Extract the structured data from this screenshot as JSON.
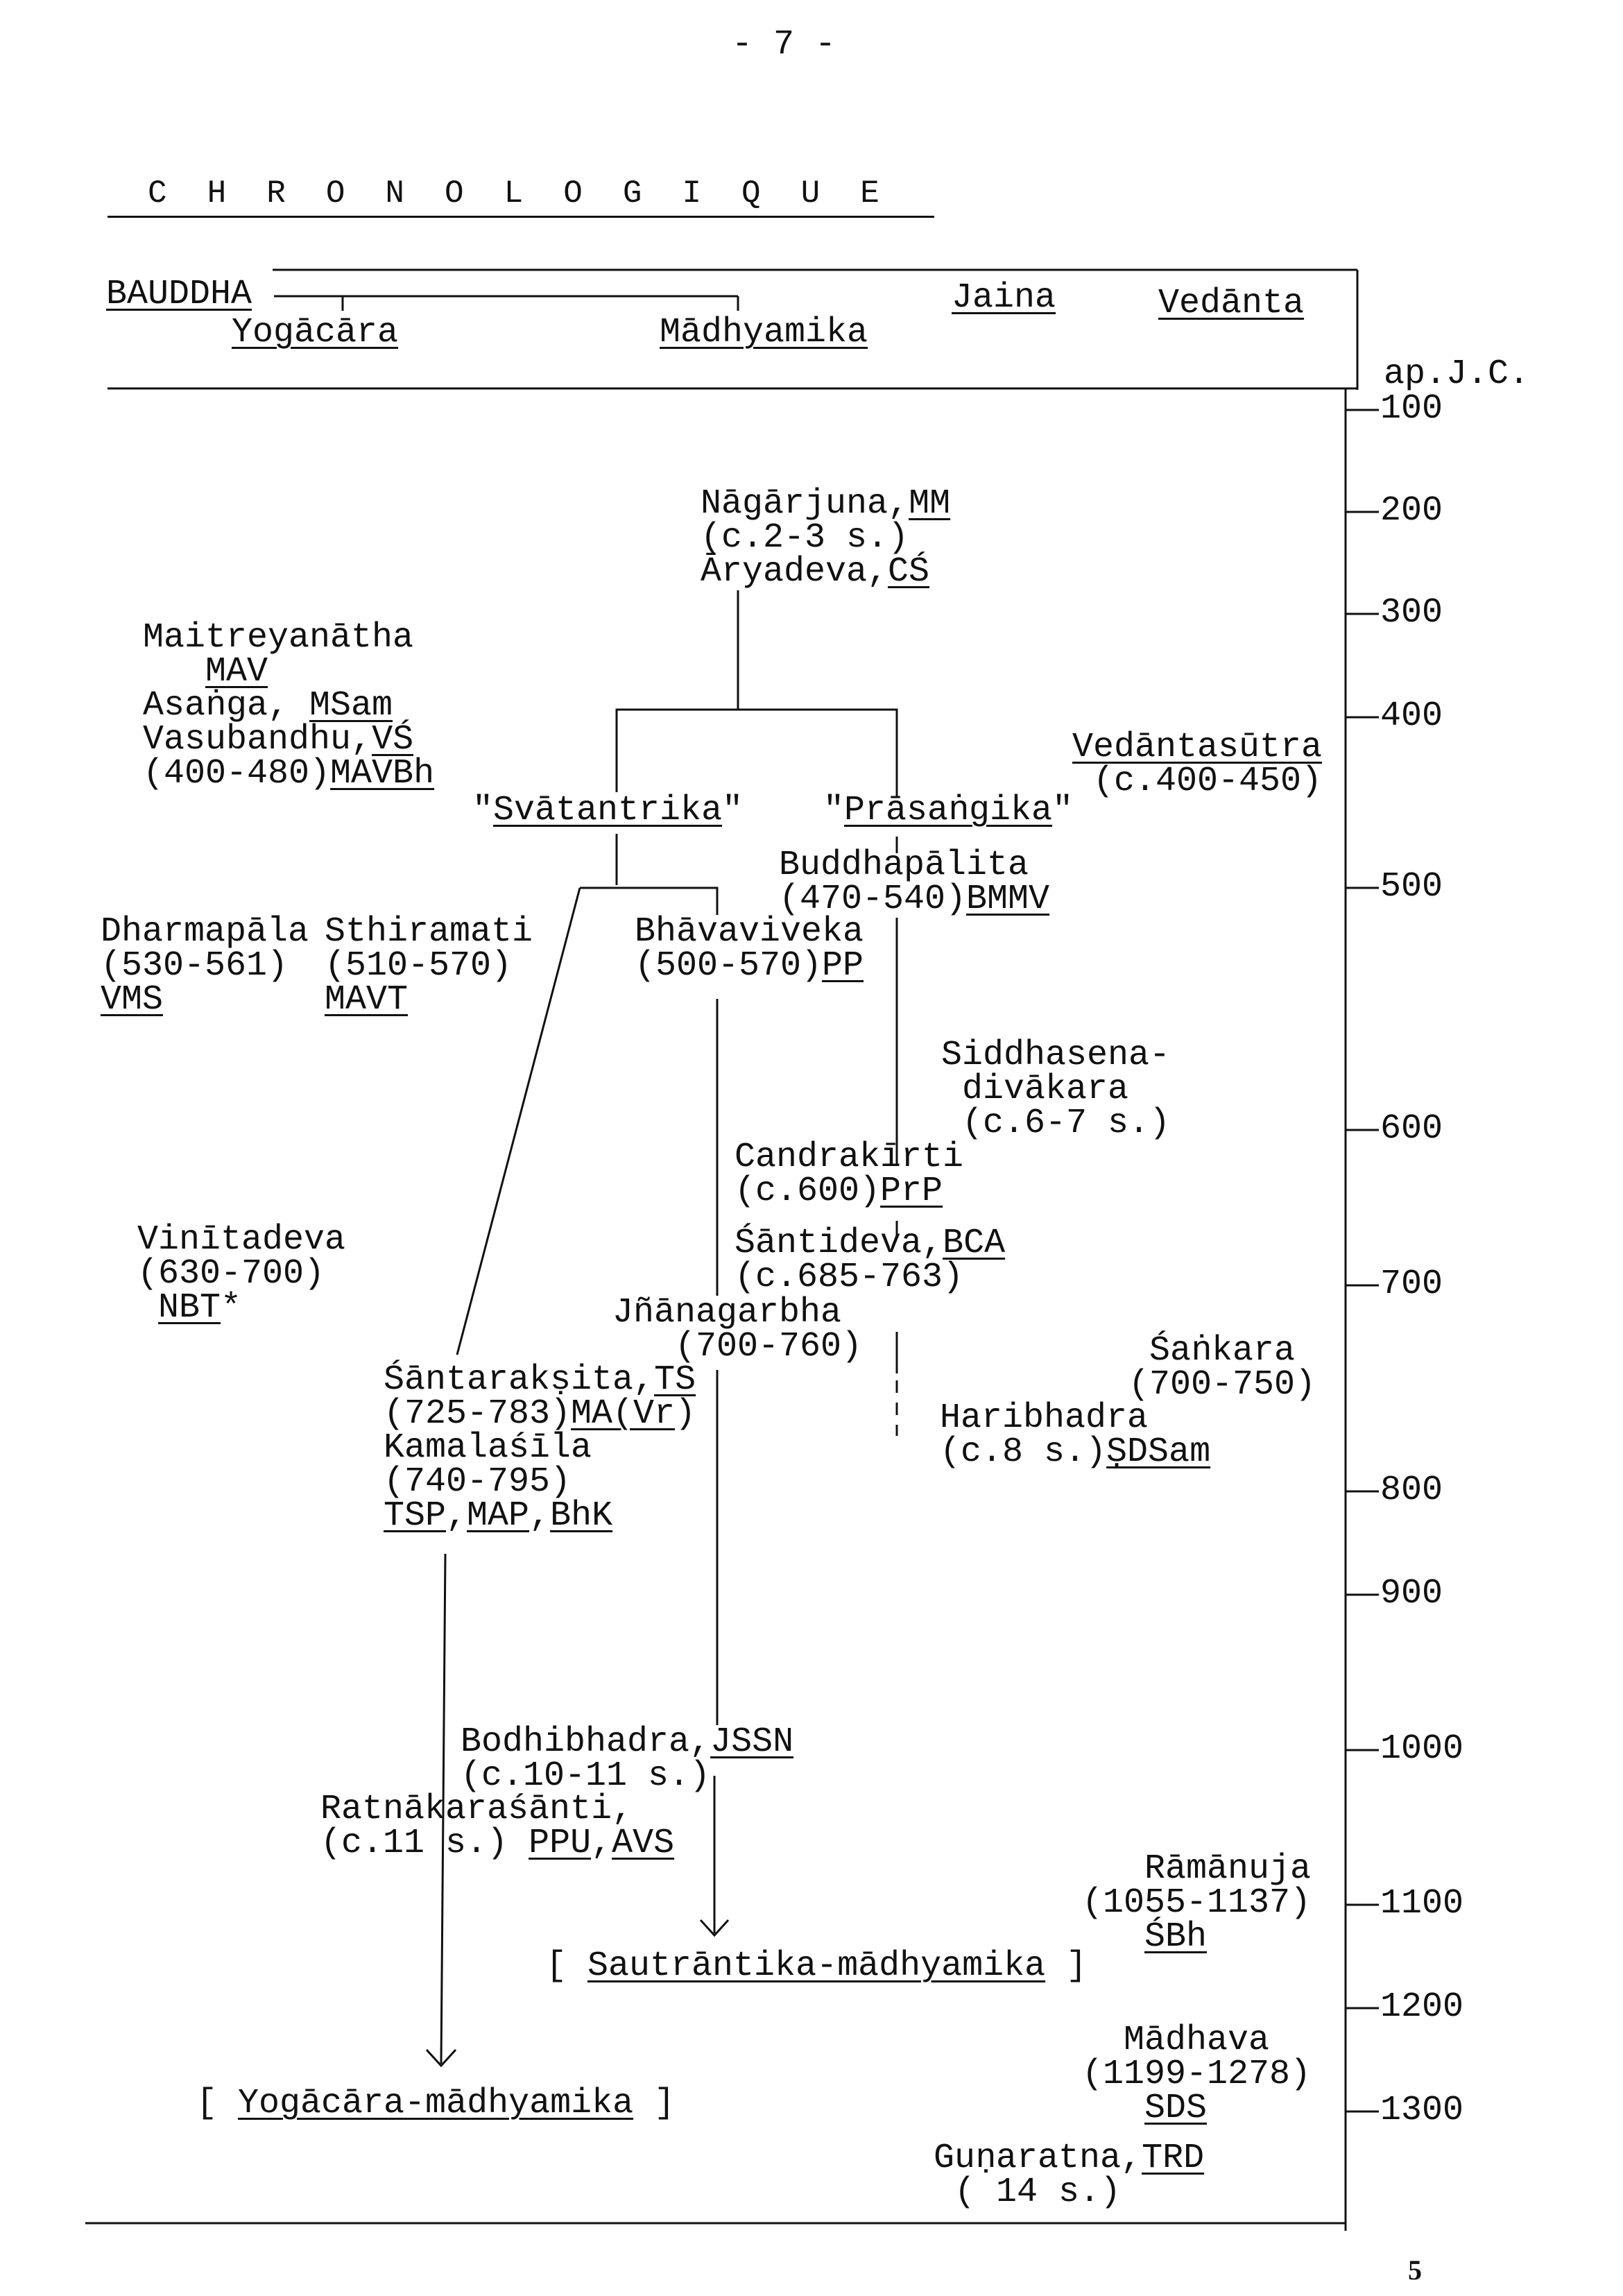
{
  "page_number": "- 7 -",
  "title": "CHRONOLOGIQUE",
  "footer_number": "5",
  "headers": {
    "bauddha": "BAUDDHA",
    "yogacara": "Yogācāra",
    "madhyamika": "Mādhyamika",
    "jaina": "Jaina",
    "vedanta": "Vedānta",
    "era": "ap.J.C."
  },
  "axis_ticks": [
    "100",
    "200",
    "300",
    "400",
    "500",
    "600",
    "700",
    "800",
    "900",
    "1000",
    "1100",
    "1200",
    "1300"
  ],
  "blocks": {
    "nagarjuna": [
      [
        [
          "Nāgārjuna,",
          0
        ],
        [
          "MM",
          1
        ]
      ],
      [
        [
          "(c.2-3 s.)",
          0
        ]
      ],
      [
        [
          "Āryadeva,",
          0
        ],
        [
          "CŚ",
          1
        ]
      ]
    ],
    "maitreya": [
      [
        [
          "Maitreyanātha",
          0
        ]
      ],
      [
        [
          "   ",
          0
        ],
        [
          "MAV",
          1
        ]
      ],
      [
        [
          "Asaṅga, ",
          0
        ],
        [
          "MSam",
          1
        ]
      ],
      [
        [
          "Vasubandhu,",
          0
        ],
        [
          "VŚ",
          1
        ]
      ],
      [
        [
          "(400-480)",
          0
        ],
        [
          "MAVBh",
          1
        ]
      ]
    ],
    "svatantrika": [
      [
        [
          "\"",
          0
        ],
        [
          "Svātantrika",
          1
        ],
        [
          "\"",
          0
        ]
      ]
    ],
    "prasangika": [
      [
        [
          "\"",
          0
        ],
        [
          "Prāsaṅgika",
          1
        ],
        [
          "\"",
          0
        ]
      ]
    ],
    "vedantasutra": [
      [
        [
          "Vedāntasūtra",
          1
        ]
      ],
      [
        [
          " (c.400-450)",
          0
        ]
      ]
    ],
    "buddhapalita": [
      [
        [
          "Buddhapālita",
          0
        ]
      ],
      [
        [
          "(470-540)",
          0
        ],
        [
          "BMMV",
          1
        ]
      ]
    ],
    "dharmapala": [
      [
        [
          "Dharmapāla",
          0
        ]
      ],
      [
        [
          "(530-561)",
          0
        ]
      ],
      [
        [
          "VMS",
          1
        ]
      ]
    ],
    "sthiramati": [
      [
        [
          "Sthiramati",
          0
        ]
      ],
      [
        [
          "(510-570)",
          0
        ]
      ],
      [
        [
          "MAVT",
          1
        ]
      ]
    ],
    "bhavaviveka": [
      [
        [
          "Bhāvaviveka",
          0
        ]
      ],
      [
        [
          "(500-570)",
          0
        ],
        [
          "PP",
          1
        ]
      ]
    ],
    "siddhasena": [
      [
        [
          "Siddhasena-",
          0
        ]
      ],
      [
        [
          " divākara",
          0
        ]
      ],
      [
        [
          " (c.6-7 s.)",
          0
        ]
      ]
    ],
    "candrakirti": [
      [
        [
          "Candrakīrti",
          0
        ]
      ],
      [
        [
          "(c.600)",
          0
        ],
        [
          "PrP",
          1
        ]
      ]
    ],
    "santideva": [
      [
        [
          "Śāntideva,",
          0
        ],
        [
          "BCA",
          1
        ]
      ],
      [
        [
          "(c.685-763)",
          0
        ]
      ]
    ],
    "vinitadeva": [
      [
        [
          "Vinītadeva",
          0
        ]
      ],
      [
        [
          "(630-700)",
          0
        ]
      ],
      [
        [
          " ",
          0
        ],
        [
          "NBT",
          1
        ],
        [
          "*",
          0
        ]
      ]
    ],
    "jnanagarbha": [
      [
        [
          "Jñānagarbha",
          0
        ]
      ],
      [
        [
          "   (700-760)",
          0
        ]
      ]
    ],
    "sankara": [
      [
        [
          " Śaṅkara",
          0
        ]
      ],
      [
        [
          "(700-750)",
          0
        ]
      ]
    ],
    "santaraksita": [
      [
        [
          "Śāntarakṣita,",
          0
        ],
        [
          "TS",
          1
        ]
      ],
      [
        [
          "(725-783)",
          0
        ],
        [
          "MA(Vr",
          1
        ],
        [
          ")",
          0
        ]
      ],
      [
        [
          "Kamalaśīla",
          0
        ]
      ],
      [
        [
          "(740-795)",
          0
        ]
      ],
      [
        [
          "TSP",
          1
        ],
        [
          ",",
          0
        ],
        [
          "MAP",
          1
        ],
        [
          ",",
          0
        ],
        [
          "BhK",
          1
        ]
      ]
    ],
    "haribhadra": [
      [
        [
          "Haribhadra",
          0
        ]
      ],
      [
        [
          "(c.8 s.)",
          0
        ],
        [
          "ṢDSam",
          1
        ]
      ]
    ],
    "bodhibhadra": [
      [
        [
          "Bodhibhadra,",
          0
        ],
        [
          "JSSN",
          1
        ]
      ],
      [
        [
          "(c.10-11 s.)",
          0
        ]
      ]
    ],
    "ratnakara": [
      [
        [
          "Ratnākaraśānti,",
          0
        ]
      ],
      [
        [
          "(c.11 s.) ",
          0
        ],
        [
          "PPU",
          1
        ],
        [
          ",",
          0
        ],
        [
          "AVS",
          1
        ]
      ]
    ],
    "ramanuja": [
      [
        [
          "   Rāmānuja",
          0
        ]
      ],
      [
        [
          "(1055-1137)",
          0
        ]
      ],
      [
        [
          "   ",
          0
        ],
        [
          "ŚBh",
          1
        ]
      ]
    ],
    "sautrantika": [
      [
        [
          "[ ",
          0
        ],
        [
          "Sautrāntika-mādhyamika",
          1
        ],
        [
          " ]",
          0
        ]
      ]
    ],
    "madhava": [
      [
        [
          "  Mādhava",
          0
        ]
      ],
      [
        [
          "(1199-1278)",
          0
        ]
      ],
      [
        [
          "   ",
          0
        ],
        [
          "SDS",
          1
        ]
      ]
    ],
    "yogacara_madhyamika": [
      [
        [
          "[ ",
          0
        ],
        [
          "Yogācāra-mādhyamika",
          1
        ],
        [
          " ]",
          0
        ]
      ]
    ],
    "gunaratna": [
      [
        [
          "Guṇaratna,",
          0
        ],
        [
          "TRD",
          1
        ]
      ],
      [
        [
          " ( 14 s.)",
          0
        ]
      ]
    ]
  }
}
